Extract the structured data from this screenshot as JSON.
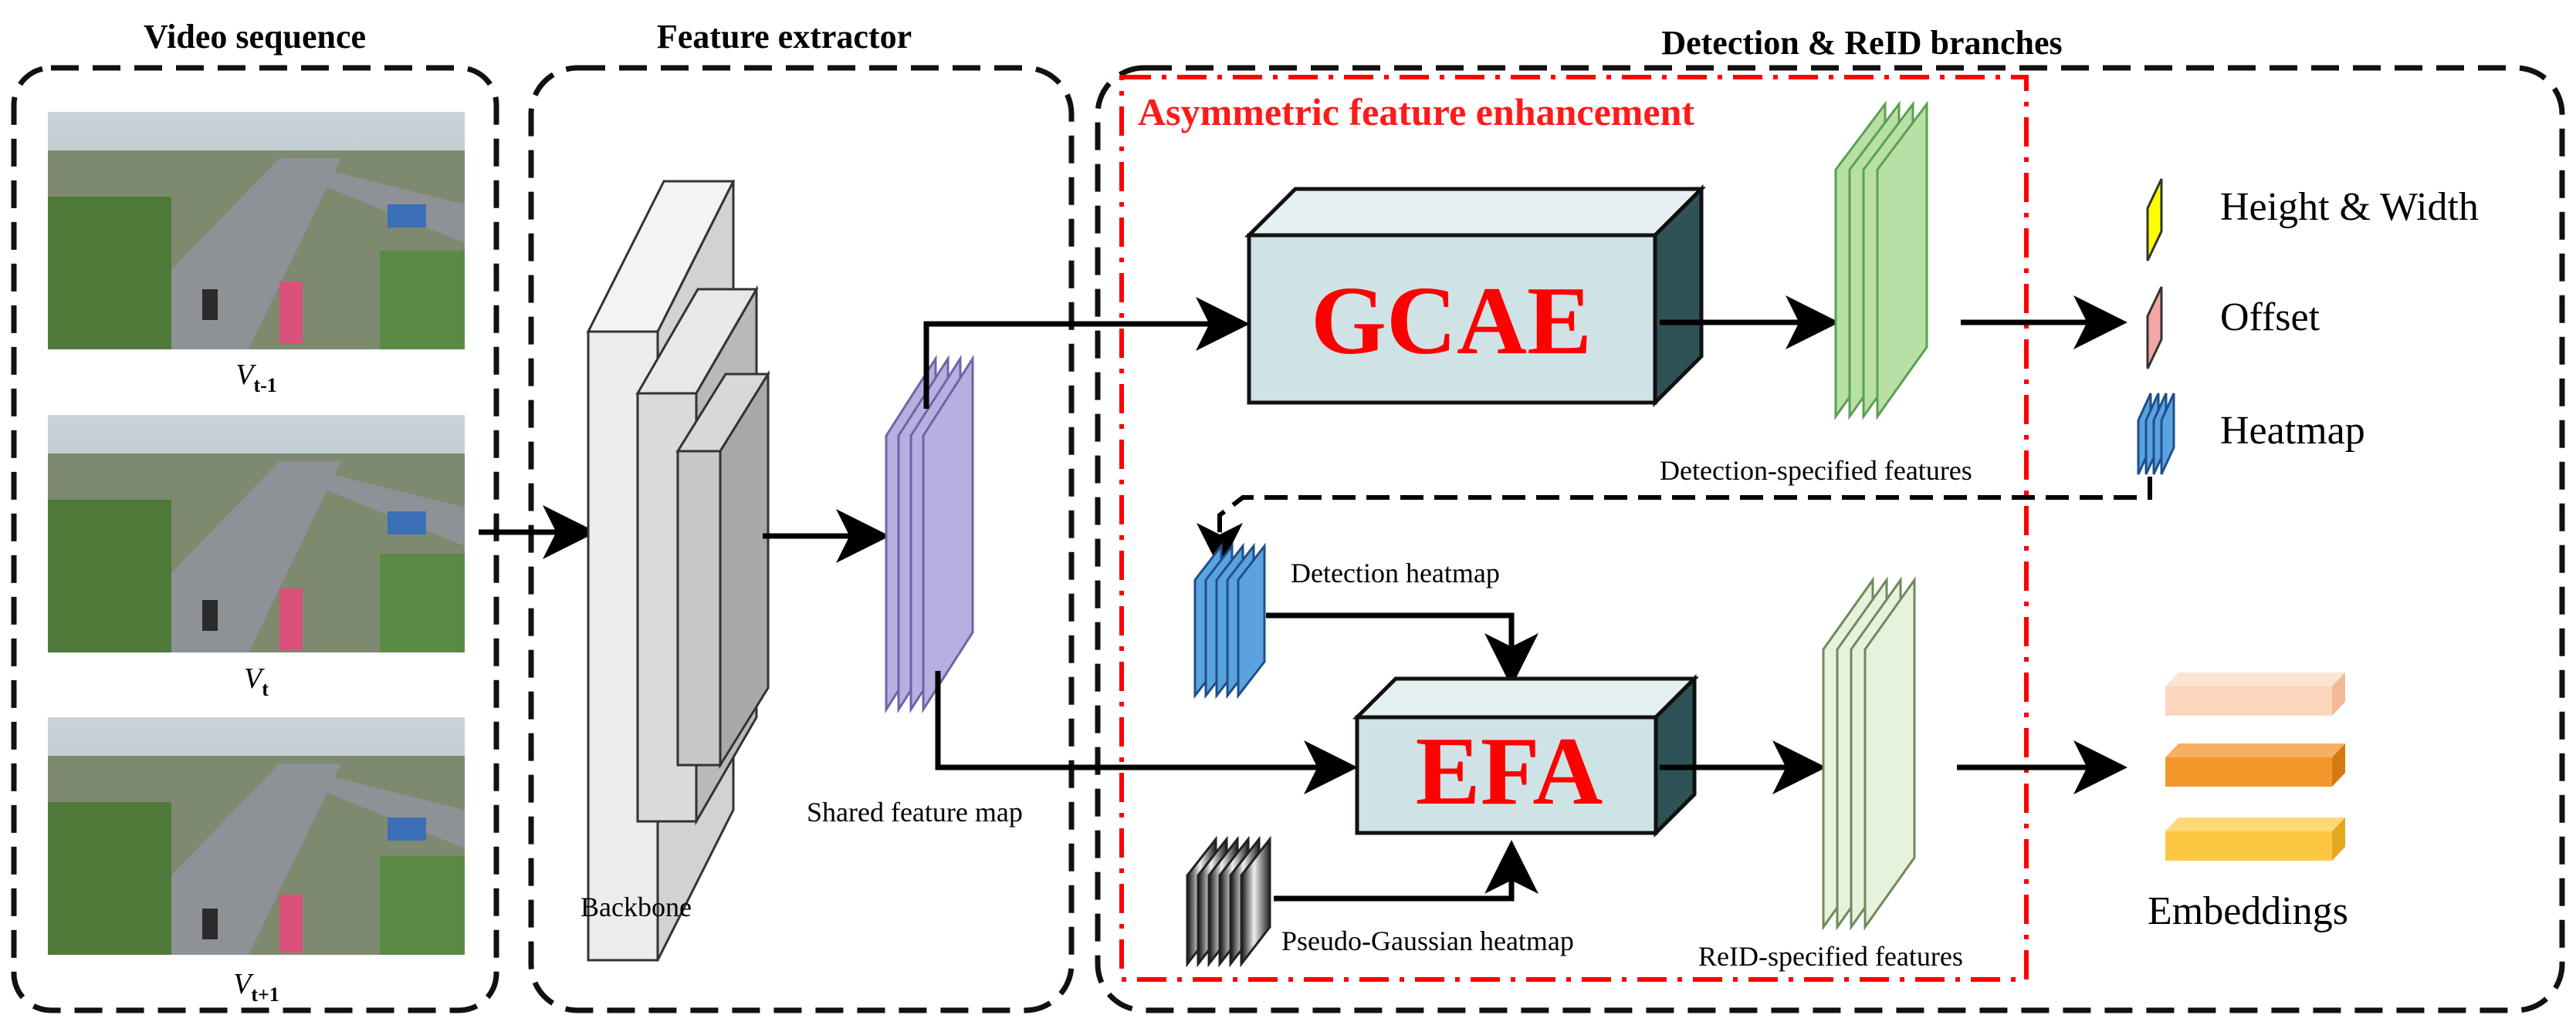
{
  "sections": {
    "video_sequence": "Video sequence",
    "feature_extractor": "Feature extractor",
    "branches": "Detection & ReID branches",
    "afe": "Asymmetric feature enhancement"
  },
  "frames": [
    {
      "base": "V",
      "sub": "t-1"
    },
    {
      "base": "V",
      "sub": "t"
    },
    {
      "base": "V",
      "sub": "t+1"
    }
  ],
  "modules": {
    "gcae": "GCAE",
    "efa": "EFA"
  },
  "labels": {
    "backbone": "Backbone",
    "shared_feature_map": "Shared feature map",
    "detection_features": "Detection-specified features",
    "detection_heatmap": "Detection heatmap",
    "pseudo_gaussian": "Pseudo-Gaussian heatmap",
    "reid_features": "ReID-specified features",
    "embeddings": "Embeddings"
  },
  "legend": [
    {
      "label": "Height & Width",
      "icon": "yellow-slab-icon",
      "color": "#ffff00"
    },
    {
      "label": "Offset",
      "icon": "pink-slab-icon",
      "color": "#f4a6a6"
    },
    {
      "label": "Heatmap",
      "icon": "blue-stack-icon",
      "color": "#5aa3e0"
    }
  ],
  "colors": {
    "red_accent": "#ff0000",
    "module_fill": "#cfe3e6",
    "shared_map": "#b8aee0",
    "detection_map": "#b8e0a6",
    "reid_map": "#e6f2dc",
    "heatmap_blue": "#5aa3e0",
    "embedding_1": "#fbd6bd",
    "embedding_2": "#f2982a",
    "embedding_3": "#fcc844"
  }
}
